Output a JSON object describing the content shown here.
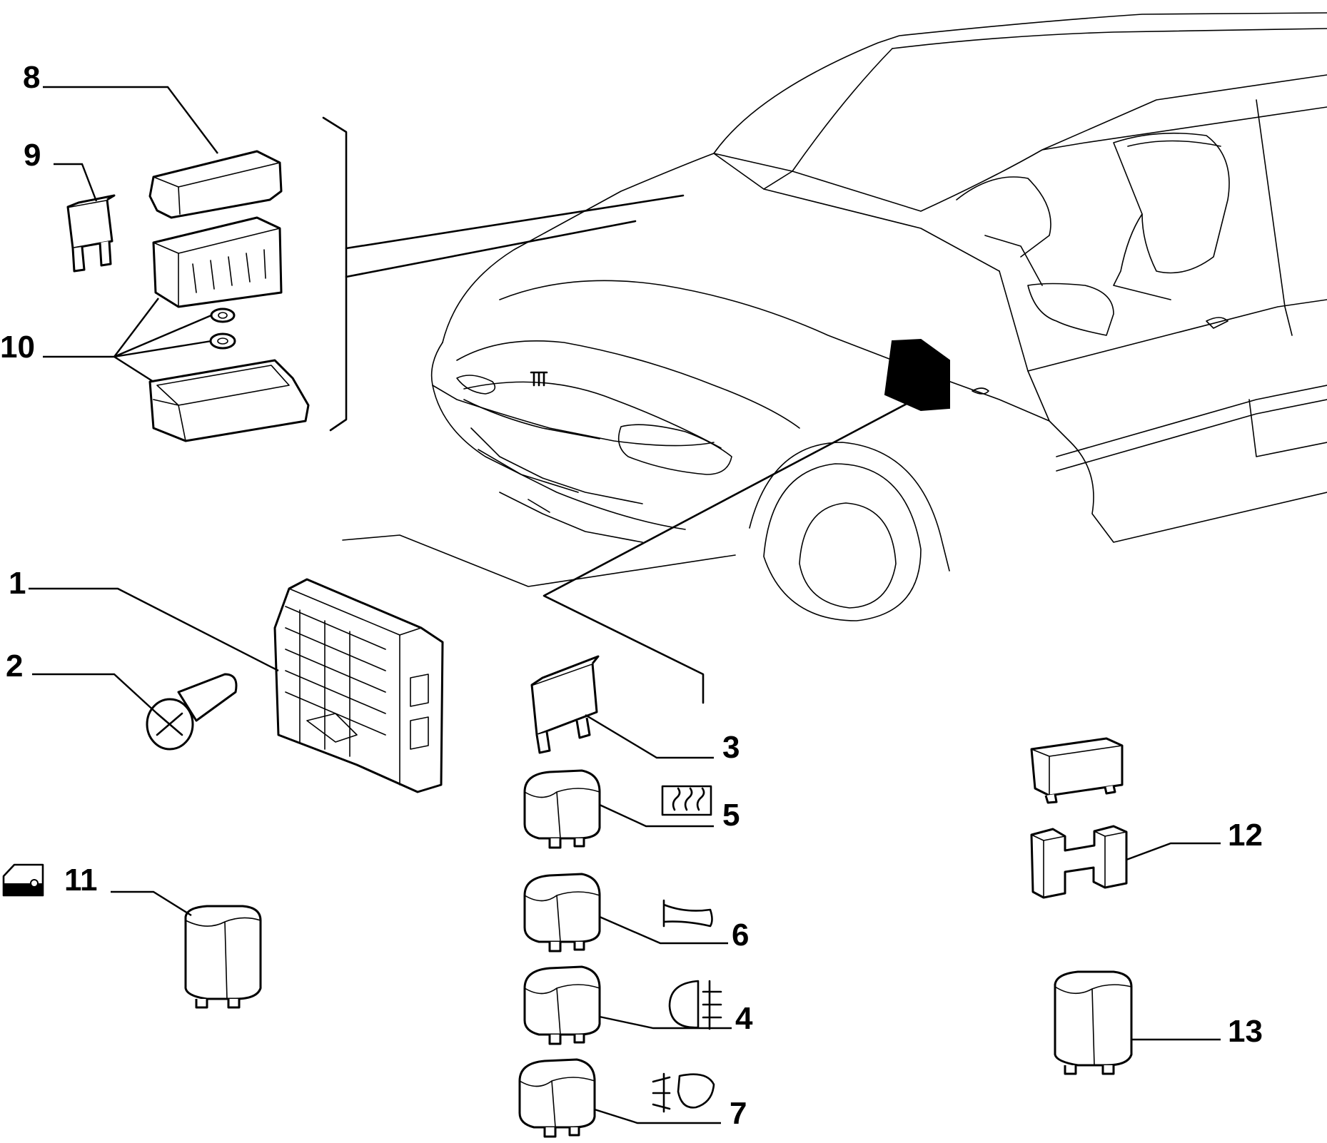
{
  "labels": {
    "p1": "1",
    "p2": "2",
    "p3": "3",
    "p4": "4",
    "p5": "5",
    "p6": "6",
    "p7": "7",
    "p8": "8",
    "p9": "9",
    "p10": "10",
    "p11": "11",
    "p12": "12",
    "p13": "13"
  },
  "icons": [
    "rear-window-defrost-icon",
    "horn-icon",
    "fog-light-icon",
    "rear-fog-light-icon",
    "door-lock-icon"
  ]
}
